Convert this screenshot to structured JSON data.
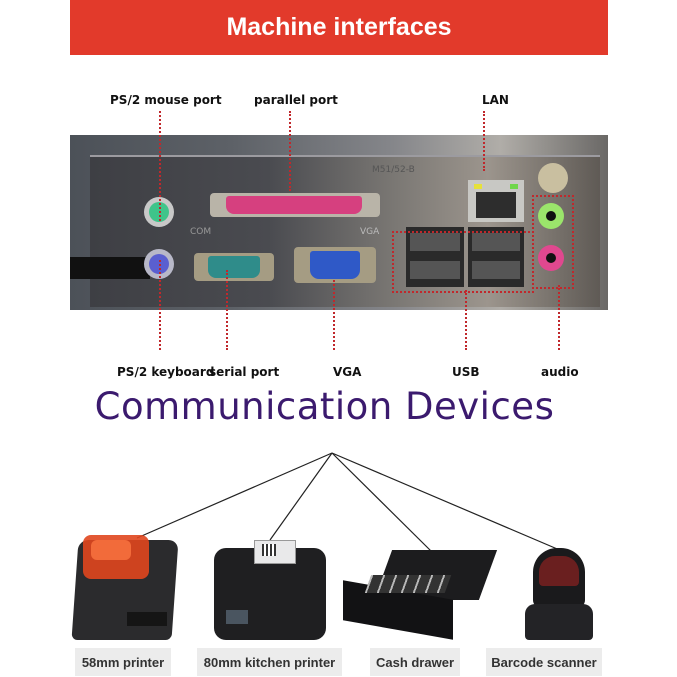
{
  "header": {
    "title": "Machine interfaces"
  },
  "port_labels_top": [
    {
      "label": "PS/2 mouse port"
    },
    {
      "label": "parallel port"
    },
    {
      "label": "LAN"
    }
  ],
  "port_labels_bottom": [
    {
      "label": "PS/2 keyboard"
    },
    {
      "label": "serial port"
    },
    {
      "label": "VGA"
    },
    {
      "label": "USB"
    },
    {
      "label": "audio"
    }
  ],
  "panel_markings": {
    "com": "COM",
    "vga": "VGA",
    "model": "M51/52-B"
  },
  "section_title": "Communication Devices",
  "devices": [
    {
      "label": "58mm printer",
      "icon": "receipt-printer-icon"
    },
    {
      "label": "80mm kitchen printer",
      "icon": "kitchen-printer-icon"
    },
    {
      "label": "Cash drawer",
      "icon": "cash-drawer-icon"
    },
    {
      "label": "Barcode scanner",
      "icon": "barcode-scanner-icon"
    }
  ],
  "colors": {
    "banner": "#e23a2b",
    "section_title": "#3b1a6e",
    "callout_line": "#c0282c",
    "ps2_mouse": "#3fc48a",
    "ps2_keyboard": "#5a5fd0",
    "parallel": "#d6407f",
    "serial": "#2f8c8a",
    "vga": "#2f59c7"
  }
}
